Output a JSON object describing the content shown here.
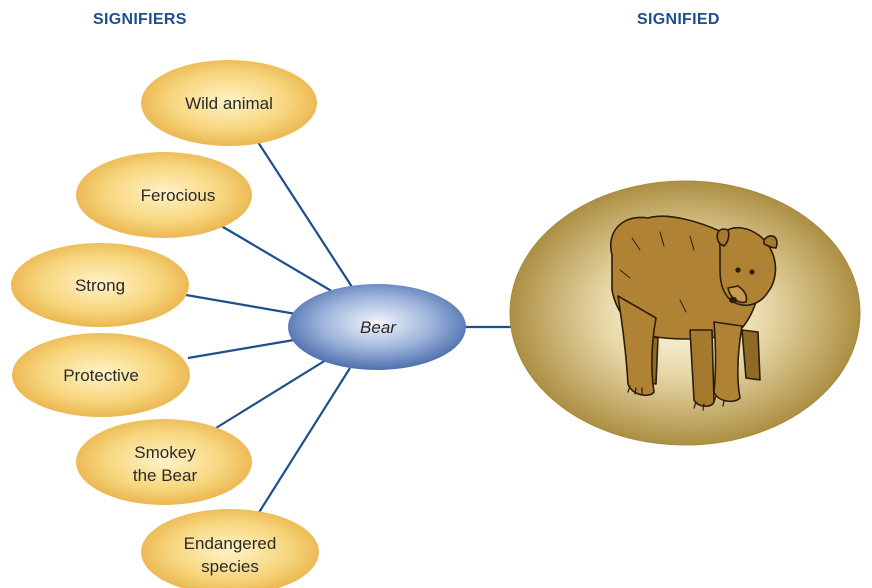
{
  "headings": {
    "signifiers": "SIGNIFIERS",
    "signified": "SIGNIFIED"
  },
  "center": {
    "label": "Bear"
  },
  "signifiers": [
    {
      "lines": [
        "Wild animal"
      ]
    },
    {
      "lines": [
        "Ferocious"
      ]
    },
    {
      "lines": [
        "Strong"
      ]
    },
    {
      "lines": [
        "Protective"
      ]
    },
    {
      "lines": [
        "Smokey",
        "the Bear"
      ]
    },
    {
      "lines": [
        "Endangered",
        "species"
      ]
    }
  ],
  "signified": {
    "image": "bear-illustration"
  },
  "colors": {
    "heading": "#1d4f8c",
    "connector": "#1d4f8c",
    "signifier_fill": "#f3c96a",
    "center_fill": "#6f8fc4",
    "signified_fill": "#b89a4c",
    "bear_fill": "#b08334"
  }
}
